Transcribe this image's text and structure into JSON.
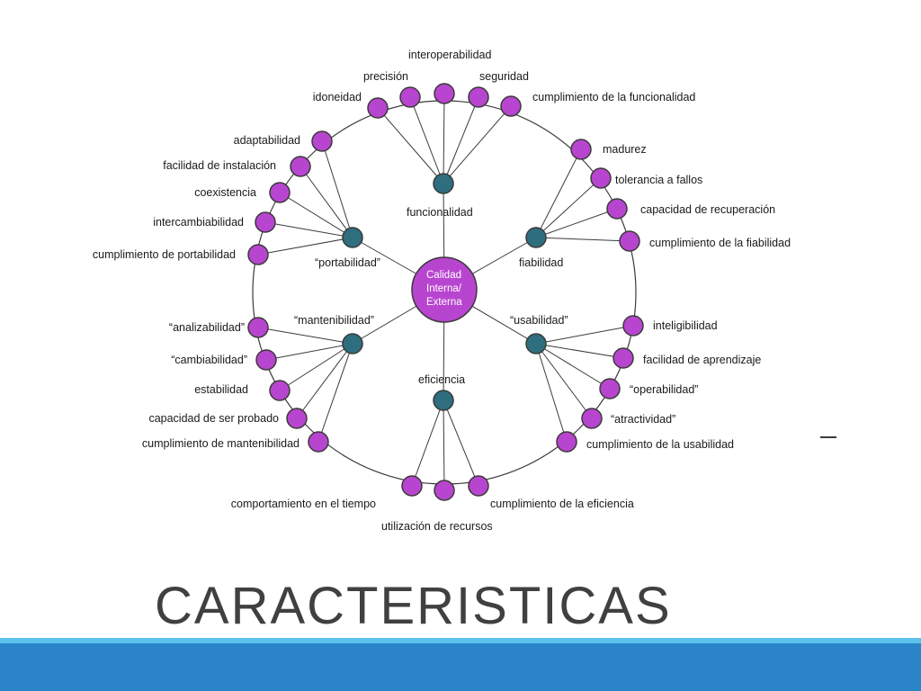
{
  "slide": {
    "title": "CARACTERISTICAS",
    "colors": {
      "leaf_node": "#b845cf",
      "category_node": "#2e6e7e",
      "title_text": "#404040",
      "footer_light": "#5cc3ec",
      "footer_dark": "#2a84c7"
    }
  },
  "diagram": {
    "center": {
      "label_lines": [
        "Calidad",
        "Interna/",
        "Externa"
      ]
    },
    "categories": [
      {
        "label": "funcionalidad",
        "children": [
          "idoneidad",
          "precisión",
          "interoperabilidad",
          "seguridad",
          "cumplimiento de la funcionalidad"
        ]
      },
      {
        "label": "fiabilidad",
        "children": [
          "madurez",
          "tolerancia a fallos",
          "capacidad de recuperación",
          "cumplimiento de la fiabilidad"
        ]
      },
      {
        "label": "“usabilidad”",
        "children": [
          "inteligibilidad",
          "facilidad de aprendizaje",
          "“operabilidad”",
          "“atractividad”",
          "cumplimiento de la usabilidad"
        ]
      },
      {
        "label": "eficiencia",
        "children": [
          "comportamiento en el tiempo",
          "utilización de recursos",
          "cumplimiento de la eficiencia"
        ]
      },
      {
        "label": "“mantenibilidad”",
        "children": [
          "“analizabilidad”",
          "“cambiabilidad”",
          "estabilidad",
          "capacidad de ser probado",
          "cumplimiento de mantenibilidad"
        ]
      },
      {
        "label": "“portabilidad”",
        "children": [
          "adaptabilidad",
          "facilidad de instalación",
          "coexistencia",
          "intercambiabilidad",
          "cumplimiento de portabilidad"
        ]
      }
    ]
  }
}
